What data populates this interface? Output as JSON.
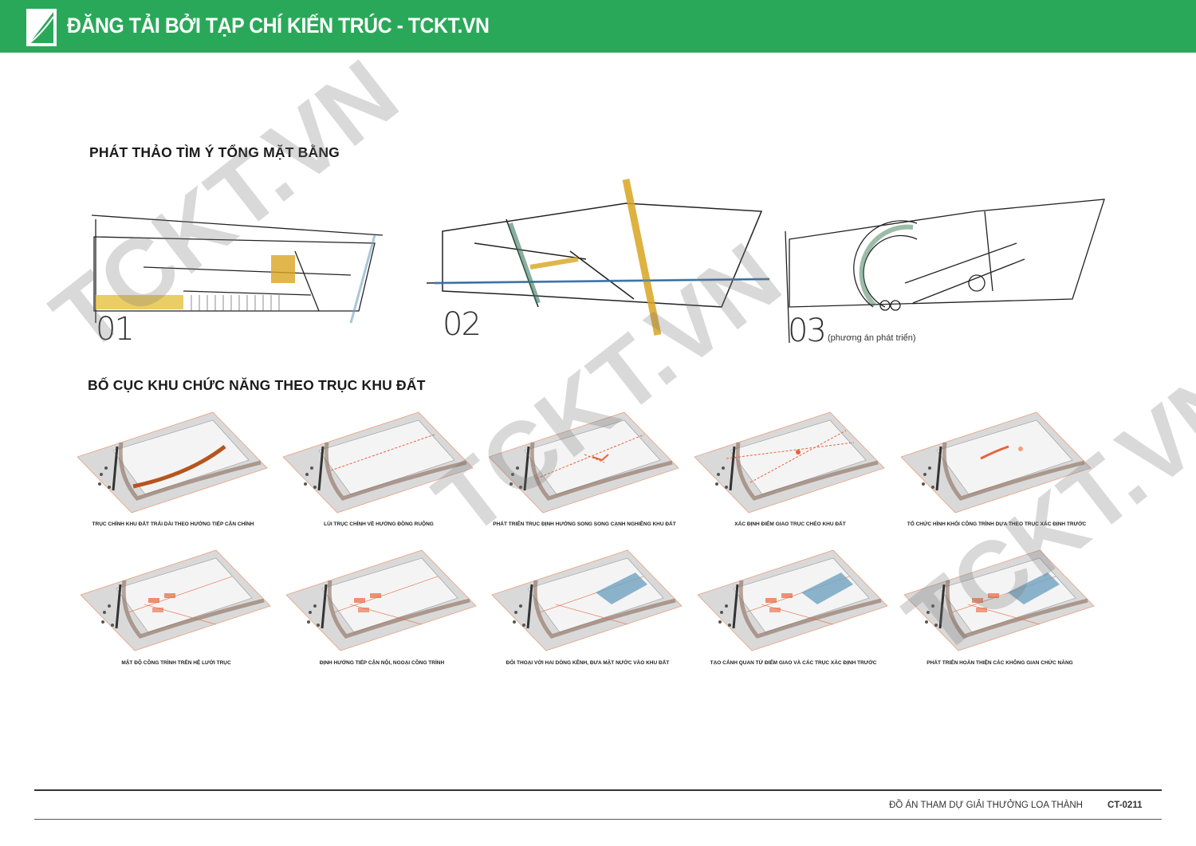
{
  "header": {
    "title": "ĐĂNG TẢI BỞI TẠP CHÍ KIẾN TRÚC - TCKT.VN",
    "brand_color": "#2aa85a"
  },
  "section1": {
    "title": "PHÁT THẢO TÌM Ý TỔNG MẶT BẰNG",
    "sketches": [
      {
        "number": "01"
      },
      {
        "number": "02"
      },
      {
        "number": "03",
        "note": "(phương án phát triển)"
      }
    ]
  },
  "section2": {
    "title": "BỐ CỤC KHU CHỨC NĂNG THEO TRỤC KHU ĐẤT",
    "diagrams": [
      {
        "caption": "TRỤC CHÍNH KHU ĐẤT TRẢI DÀI THEO HƯỚNG TIẾP CẬN CHÍNH"
      },
      {
        "caption": "LÙI TRỤC CHÍNH VỀ HƯỚNG ĐỒNG RUỘNG"
      },
      {
        "caption": "PHÁT TRIỂN TRỤC ĐỊNH HƯỚNG SONG SONG CẠNH NGHIÊNG KHU ĐẤT"
      },
      {
        "caption": "XÁC ĐỊNH ĐIỂM GIAO TRỤC CHÉO KHU ĐẤT"
      },
      {
        "caption": "TỔ CHỨC HÌNH KHỐI CÔNG TRÌNH DỰA THEO TRỤC XÁC ĐỊNH TRƯỚC"
      },
      {
        "caption": "MẬT ĐỘ CÔNG TRÌNH TRÊN HỆ LƯỚI TRỤC"
      },
      {
        "caption": "ĐỊNH HƯỚNG TIẾP CẬN NỘI, NGOẠI CÔNG TRÌNH"
      },
      {
        "caption": "ĐỐI THOẠI VỚI HAI DÒNG KÊNH, ĐƯA MẶT NƯỚC VÀO KHU ĐẤT"
      },
      {
        "caption": "TẠO CẢNH QUAN TỪ ĐIỂM GIAO VÀ CÁC TRỤC XÁC ĐỊNH TRƯỚC"
      },
      {
        "caption": "PHÁT TRIỂN HOÀN THIỆN CÁC KHÔNG GIAN CHỨC NĂNG"
      }
    ]
  },
  "footer": {
    "project": "ĐỒ ÁN THAM DỰ GIẢI THƯỞNG LOA THÀNH",
    "code": "CT-0211"
  },
  "watermark": "TCKT.VN",
  "colors": {
    "accent_orange": "#e8643a",
    "water_blue": "#6fa3c0",
    "sketch_yellow": "#d9a520"
  }
}
